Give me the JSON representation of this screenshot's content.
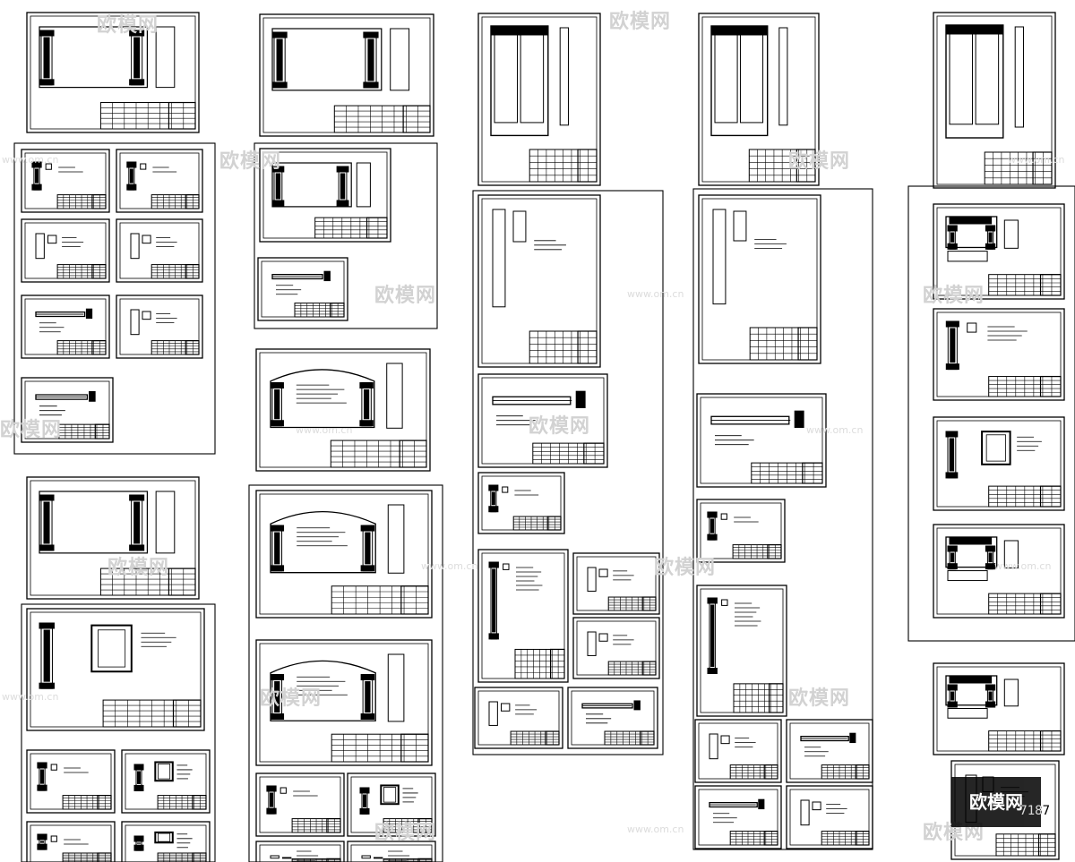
{
  "watermark": {
    "brand": "欧模网",
    "url": "www.om.cn",
    "corner_id": "7187"
  },
  "colors": {
    "line": "#000000",
    "paper": "#ffffff",
    "watermark": "#d2d2d2"
  }
}
